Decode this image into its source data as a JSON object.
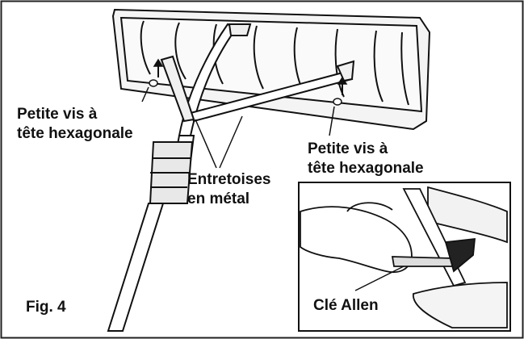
{
  "labels": {
    "small_hex_screw_left": [
      "Petite vis à",
      "tête hexagonale"
    ],
    "small_hex_screw_right": [
      "Petite vis à",
      "tête hexagonale"
    ],
    "metal_spacers": [
      "Entretoises",
      "en métal"
    ],
    "figure_number": "Fig. 4",
    "allen_key": "Clé Allen"
  }
}
